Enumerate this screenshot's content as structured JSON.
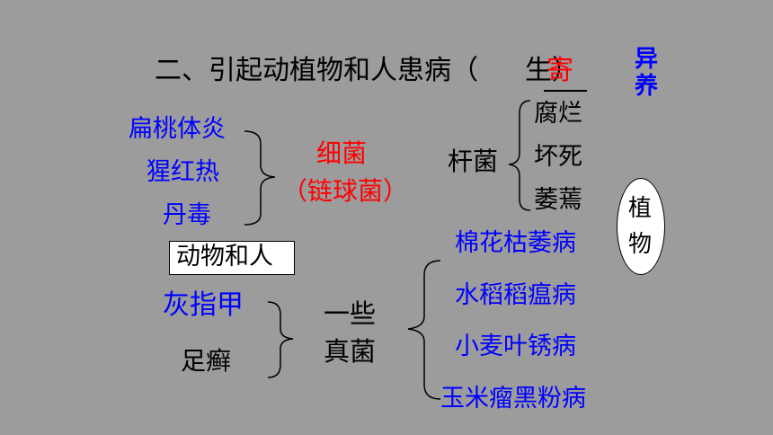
{
  "title": {
    "main": "二、引起动植物和人患病（",
    "blank": "寄",
    "suffix": "生）"
  },
  "side_note": "异养",
  "bacteria": {
    "label1": "细菌",
    "label2": "（链球菌）",
    "diseases": [
      "扁桃体炎",
      "猩红热",
      "丹毒"
    ],
    "host_label": "动物和人"
  },
  "bacillus": {
    "label": "杆菌",
    "effects": [
      "腐烂",
      "坏死",
      "萎蔫"
    ],
    "plant_label": "植物"
  },
  "fungi": {
    "label1": "一些",
    "label2": "真菌",
    "animal_diseases": [
      "灰指甲",
      "足癣"
    ],
    "plant_diseases": [
      "棉花枯萎病",
      "水稻稻瘟病",
      "小麦叶锈病",
      "玉米瘤黑粉病"
    ]
  },
  "colors": {
    "background": "#9c9c9c",
    "blue": "#0000ff",
    "red": "#ff0000",
    "black": "#000000"
  }
}
